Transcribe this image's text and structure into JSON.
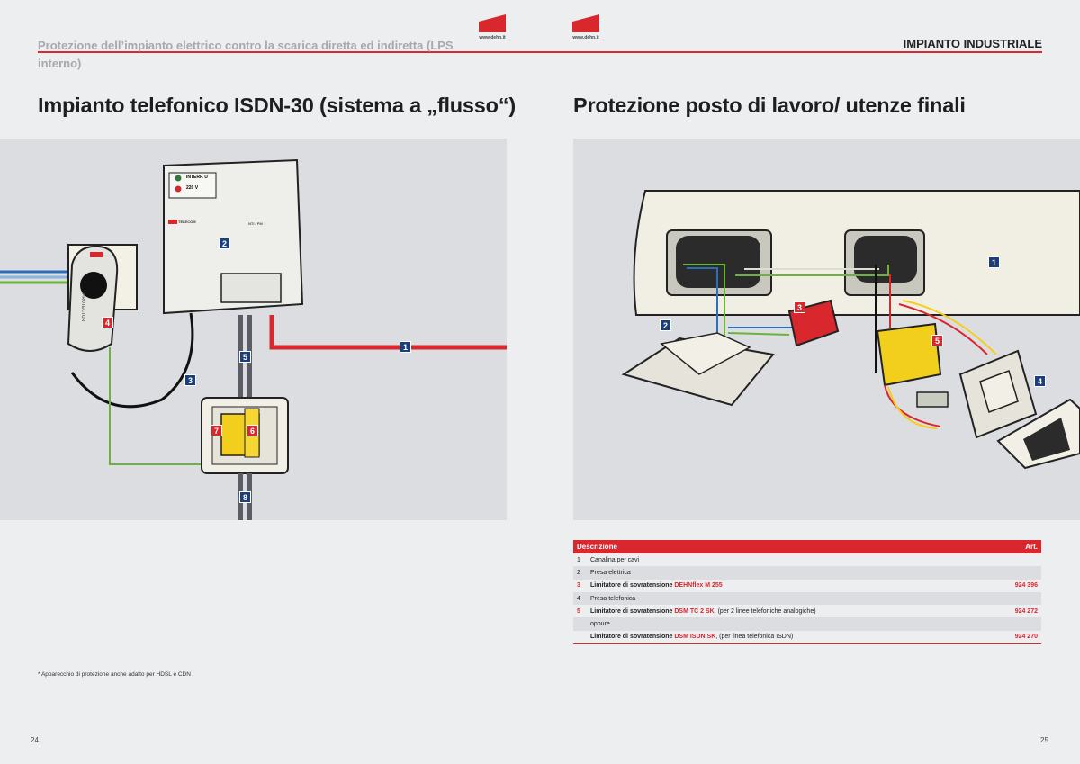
{
  "header": {
    "left_title": "Protezione dell’impianto elettrico contro la scarica diretta ed indiretta (LPS interno)",
    "right_title": "IMPIANTO INDUSTRIALE",
    "logo_url": "www.dehn.it"
  },
  "left": {
    "title": "Impianto telefonico ISDN-30 (sistema a „flusso“)",
    "device_labels": {
      "interf": "INTERF. U",
      "v220": "220 V",
      "ntpm": "NTI / PM",
      "brand": "TELECOM",
      "plug": "PROTECTOR"
    },
    "tags": [
      "1",
      "2",
      "3",
      "4",
      "5",
      "6",
      "7",
      "8"
    ],
    "footnote": "* Apparecchio di protezione anche adatto per HDSL e CDN",
    "page_number": "24"
  },
  "right": {
    "title": "Protezione posto di lavoro/ utenze finali",
    "tags": [
      "1",
      "2",
      "3",
      "4",
      "5"
    ],
    "table": {
      "head": {
        "desc": "Descrizione",
        "art": "Art."
      },
      "rows": [
        {
          "n": "1",
          "pre": "Canalina per cavi",
          "red": "",
          "post": "",
          "art": ""
        },
        {
          "n": "2",
          "pre": "Presa elettrica",
          "red": "",
          "post": "",
          "art": ""
        },
        {
          "n": "3",
          "pre": "Limitatore di sovratensione ",
          "red": "DEHNflex M 255",
          "post": "",
          "art": "924 396"
        },
        {
          "n": "4",
          "pre": "Presa telefonica",
          "red": "",
          "post": "",
          "art": ""
        },
        {
          "n": "5",
          "pre": "Limitatore di sovratensione ",
          "red": "DSM TC 2 SK",
          "post": ", (per 2 linee telefoniche analogiche)",
          "art": "924 272"
        },
        {
          "n": "",
          "pre": "oppure",
          "red": "",
          "post": "",
          "art": ""
        },
        {
          "n": "",
          "pre": "Limitatore di sovratensione ",
          "red": "DSM ISDN SK",
          "post": ", (per linea telefonica ISDN)",
          "art": "924 270"
        }
      ]
    },
    "page_number": "25"
  },
  "colors": {
    "accent": "#d9272e",
    "tag_blue": "#1b3f7a",
    "panel": "#dcdde0"
  }
}
